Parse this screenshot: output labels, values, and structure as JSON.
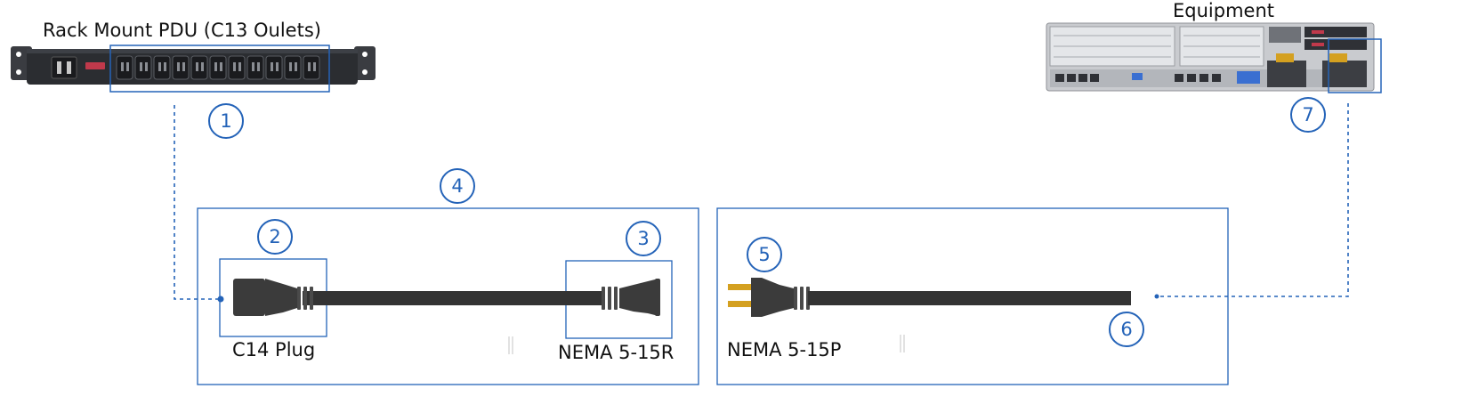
{
  "labels": {
    "pdu": "Rack Mount PDU (C13 Oulets)",
    "equipment": "Equipment",
    "c14_plug": "C14 Plug",
    "nema_515r": "NEMA 5-15R",
    "nema_515p": "NEMA 5-15P"
  },
  "callouts": [
    "1",
    "2",
    "3",
    "4",
    "5",
    "6",
    "7"
  ],
  "colors": {
    "accent_blue": "#2463b8",
    "cable": "#333333",
    "pdu_body": "#2b2d31",
    "plug_pins": "#d4a020",
    "pdu_badge": "#c0394b",
    "port_blue": "#3a6fd1"
  },
  "icons": {
    "pdu": "rack-pdu-icon",
    "server": "server-rear-icon",
    "c14": "c14-plug-icon",
    "nema_r": "nema-515r-connector-icon",
    "nema_p": "nema-515p-plug-icon"
  }
}
